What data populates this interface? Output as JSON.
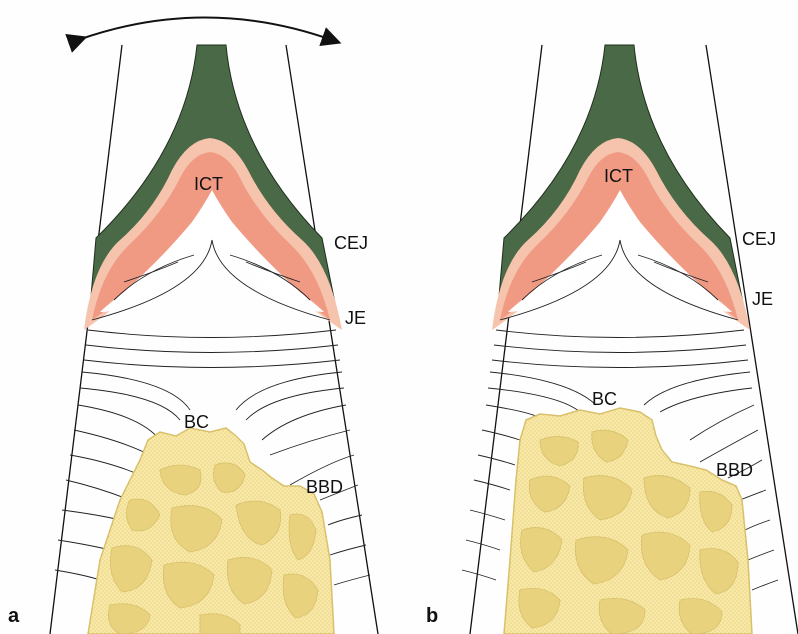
{
  "figure": {
    "panels": [
      {
        "letter": "a",
        "labels": {
          "ict": "ICT",
          "cej": "CEJ",
          "je": "JE",
          "bc": "BC",
          "bbd": "BBD"
        },
        "icons": [
          "double-headed-arrow-icon"
        ]
      },
      {
        "letter": "b",
        "labels": {
          "ict": "ICT",
          "cej": "CEJ",
          "je": "JE",
          "bc": "BC",
          "bbd": "BBD"
        }
      }
    ]
  },
  "colors": {
    "enamel": "#4a6a47",
    "ict_outer": "#f6c3ac",
    "ict_inner": "#f09a84",
    "bone": "#f8e9a8",
    "bone_edge": "#d9c06a",
    "marrow": "#e9d27e",
    "line": "#111111"
  }
}
